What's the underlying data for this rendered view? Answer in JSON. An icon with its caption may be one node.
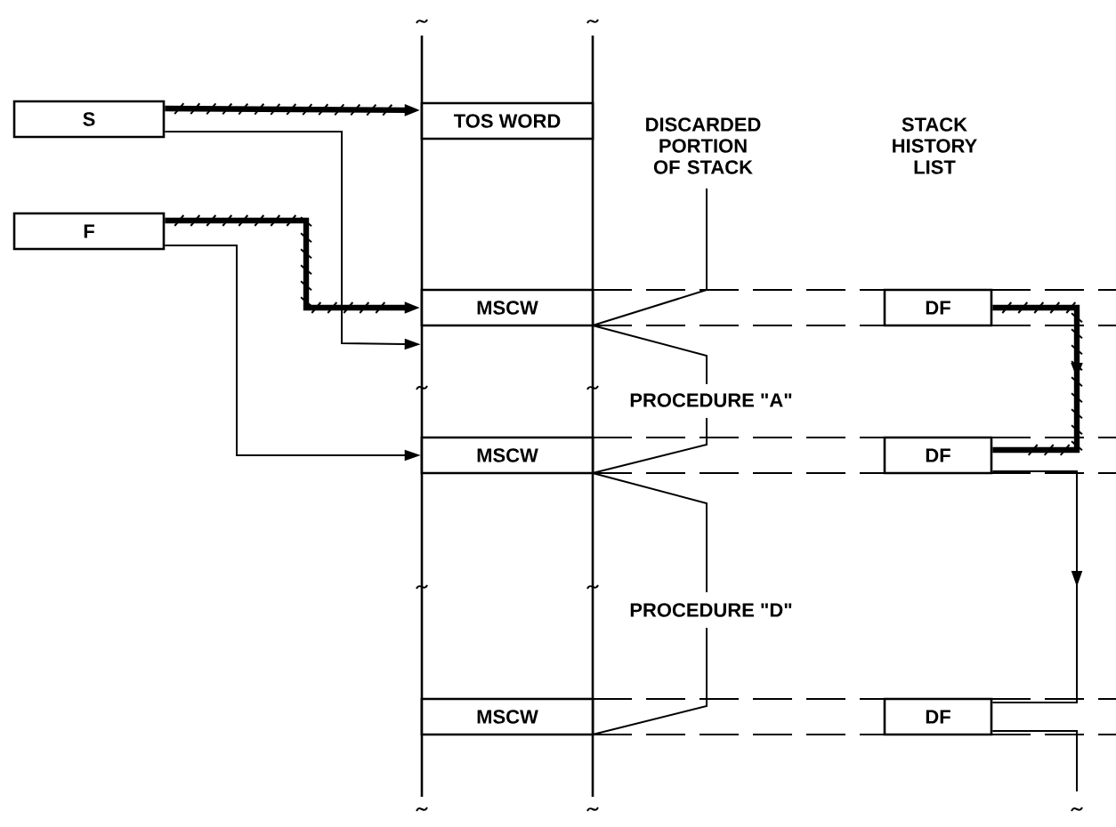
{
  "diagram": {
    "nodes": [
      {
        "text": [
          "S"
        ]
      },
      {
        "text": [
          "F"
        ]
      },
      {
        "text": [
          "TOS WORD"
        ]
      },
      {
        "text": [
          "MSCW"
        ]
      },
      {
        "text": [
          "MSCW"
        ]
      },
      {
        "text": [
          "MSCW"
        ]
      },
      {
        "text": [
          "DF"
        ]
      },
      {
        "text": [
          "DF"
        ]
      },
      {
        "text": [
          "DF"
        ]
      }
    ],
    "edges": [
      {
        "from": 0,
        "to": 2,
        "arrow": "to",
        "style": "thick"
      },
      {
        "from": 0,
        "to": 3,
        "arrow": "to"
      },
      {
        "from": 1,
        "to": 3,
        "arrow": "to",
        "style": "thick"
      },
      {
        "from": 1,
        "to": 4,
        "arrow": "to"
      },
      {
        "from": 6,
        "to": 7,
        "arrow": "to",
        "style": "thick"
      },
      {
        "from": 7,
        "to": 8,
        "arrow": "to"
      },
      {
        "from": 8,
        "to": null,
        "arrow": "none"
      }
    ],
    "labels": [
      "DISCARDED PORTION OF STACK",
      "STACK HISTORY LIST",
      "PROCEDURE \"A\"",
      "PROCEDURE \"D\""
    ]
  }
}
